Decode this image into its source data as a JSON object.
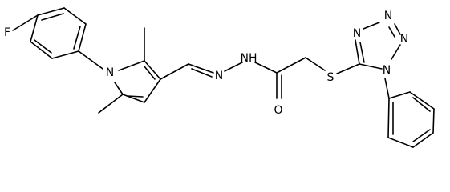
{
  "molecule": {
    "atoms": {
      "fluorine": "F",
      "pyrrole_nitrogen": "N",
      "imine_nitrogen": "N",
      "hydrazide_nh": "NH",
      "carbonyl_oxygen": "O",
      "thioether_sulfur": "S",
      "tetrazole_n1": "N",
      "tetrazole_n2": "N",
      "tetrazole_n3": "N",
      "tetrazole_n4": "N"
    }
  }
}
